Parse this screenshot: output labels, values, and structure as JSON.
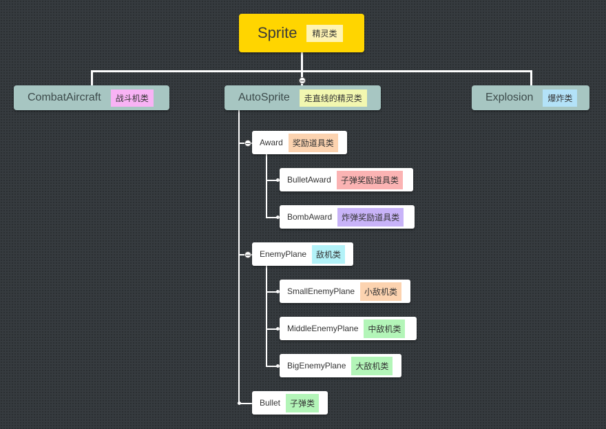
{
  "root": {
    "label": "Sprite",
    "tag": "精灵类",
    "tag_color": "#fff4b3",
    "color": "#ffd500"
  },
  "level1": [
    {
      "label": "CombatAircraft",
      "tag": "战斗机类",
      "tag_color": "#f8b3f5"
    },
    {
      "label": "AutoSprite",
      "tag": "走直线的精灵类",
      "tag_color": "#f2f7b0"
    },
    {
      "label": "Explosion",
      "tag": "爆炸类",
      "tag_color": "#b3e2f8"
    }
  ],
  "autosprite_children": {
    "award": {
      "label": "Award",
      "tag": "奖励道具类",
      "tag_color": "#fcd3b0",
      "children": [
        {
          "label": "BulletAward",
          "tag": "子弹奖励道具类",
          "tag_color": "#fbb3b3"
        },
        {
          "label": "BombAward",
          "tag": "炸弹奖励道具类",
          "tag_color": "#c8b3f8"
        }
      ]
    },
    "enemy": {
      "label": "EnemyPlane",
      "tag": "敌机类",
      "tag_color": "#b3f2f8",
      "children": [
        {
          "label": "SmallEnemyPlane",
          "tag": "小敌机类",
          "tag_color": "#fcd3b0"
        },
        {
          "label": "MiddleEnemyPlane",
          "tag": "中敌机类",
          "tag_color": "#b3f5b8"
        },
        {
          "label": "BigEnemyPlane",
          "tag": "大敌机类",
          "tag_color": "#b3f5b8"
        }
      ]
    },
    "bullet": {
      "label": "Bullet",
      "tag": "子弹类",
      "tag_color": "#b3f5b8"
    }
  },
  "colors": {
    "background": "#363b3f",
    "level1": "#a7c6c2",
    "leaf": "#ffffff",
    "connector": "#ffffff"
  }
}
